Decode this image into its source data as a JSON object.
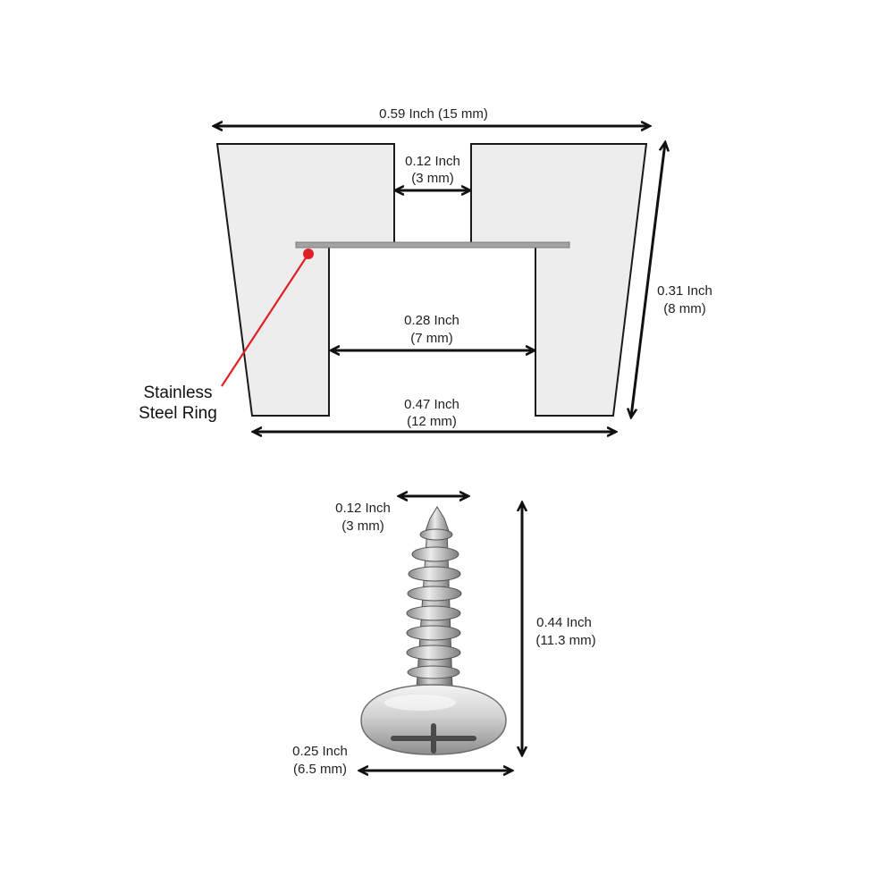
{
  "colors": {
    "part_fill": "#ededed",
    "outline": "#1a1a1a",
    "dimension": "#111111",
    "callout": "#e01f26",
    "ring": "#9a9a9a"
  },
  "foot": {
    "top_width": {
      "line1": "0.59 Inch (15 mm)"
    },
    "slot_width": {
      "line1": "0.12 Inch",
      "line2": "(3 mm)"
    },
    "height": {
      "line1": "0.31 Inch",
      "line2": "(8 mm)"
    },
    "cavity_width": {
      "line1": "0.28 Inch",
      "line2": "(7 mm)"
    },
    "bottom_width": {
      "line1": "0.47 Inch",
      "line2": "(12 mm)"
    },
    "callout": {
      "line1": "Stainless",
      "line2": "Steel Ring"
    }
  },
  "screw": {
    "shank_diameter": {
      "line1": "0.12 Inch",
      "line2": "(3 mm)"
    },
    "length": {
      "line1": "0.44 Inch",
      "line2": "(11.3 mm)"
    },
    "head_diameter": {
      "line1": "0.25 Inch",
      "line2": "(6.5 mm)"
    }
  }
}
